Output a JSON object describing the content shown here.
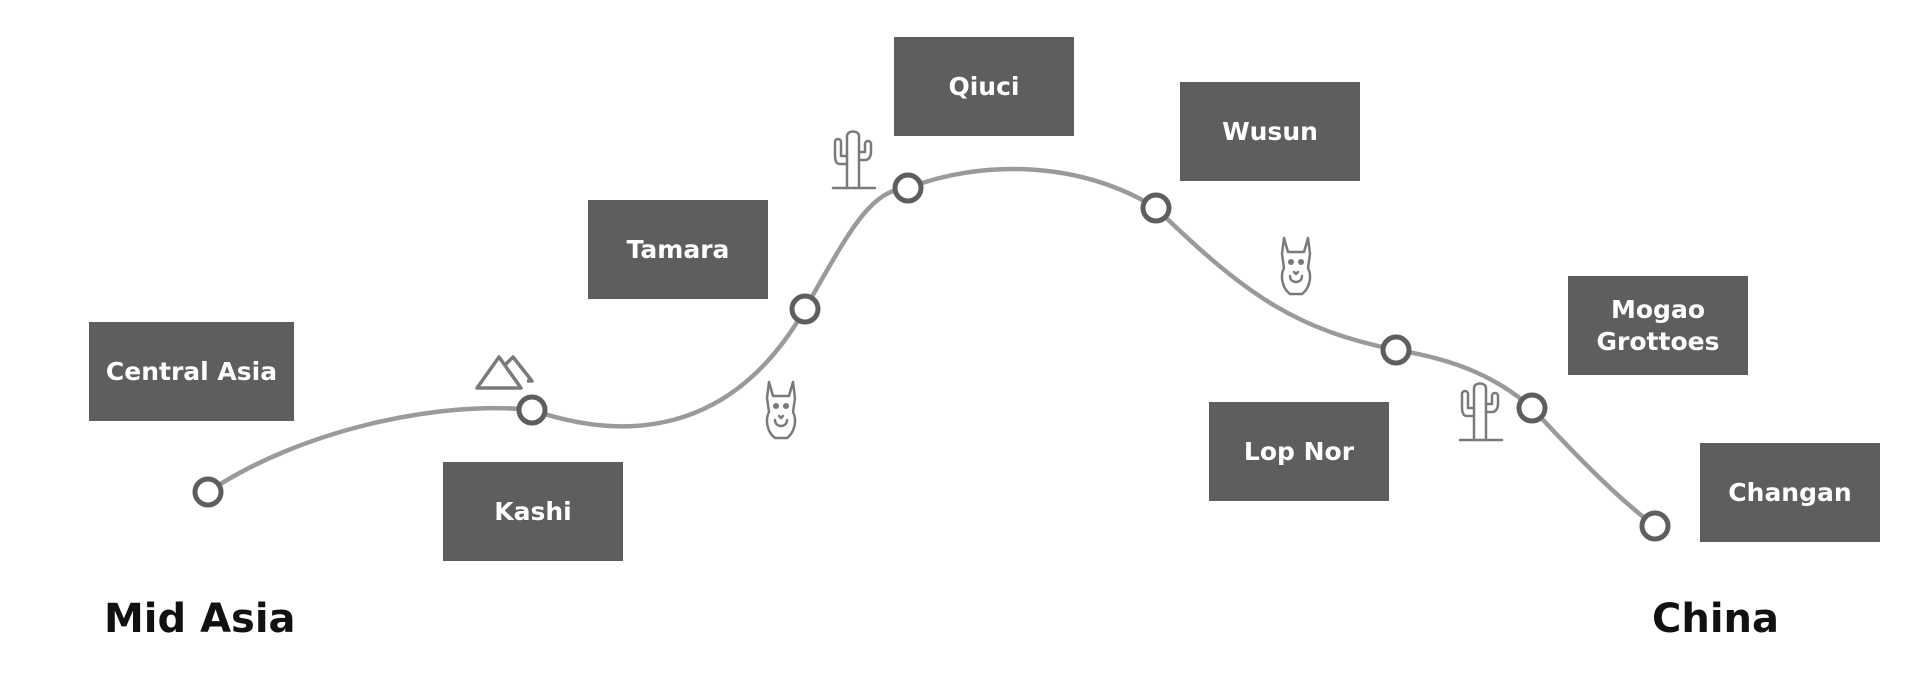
{
  "regions": {
    "start": "Mid Asia",
    "end": "China"
  },
  "stops": [
    {
      "label": "Central Asia"
    },
    {
      "label": "Kashi"
    },
    {
      "label": "Tamara"
    },
    {
      "label": "Qiuci"
    },
    {
      "label": "Wusun"
    },
    {
      "label": "Lop Nor"
    },
    {
      "label": "Mogao\nGrottoes"
    },
    {
      "label": "Changan"
    }
  ],
  "icons": [
    "mountain-icon",
    "llama-icon",
    "cactus-icon",
    "llama-icon",
    "cactus-icon"
  ],
  "colors": {
    "box": "#5e5e5e",
    "box_text": "#ffffff",
    "route": "#9a9a9a",
    "node_stroke": "#5e5e5e",
    "icon": "#7a7a7a",
    "region_text": "#111111"
  }
}
